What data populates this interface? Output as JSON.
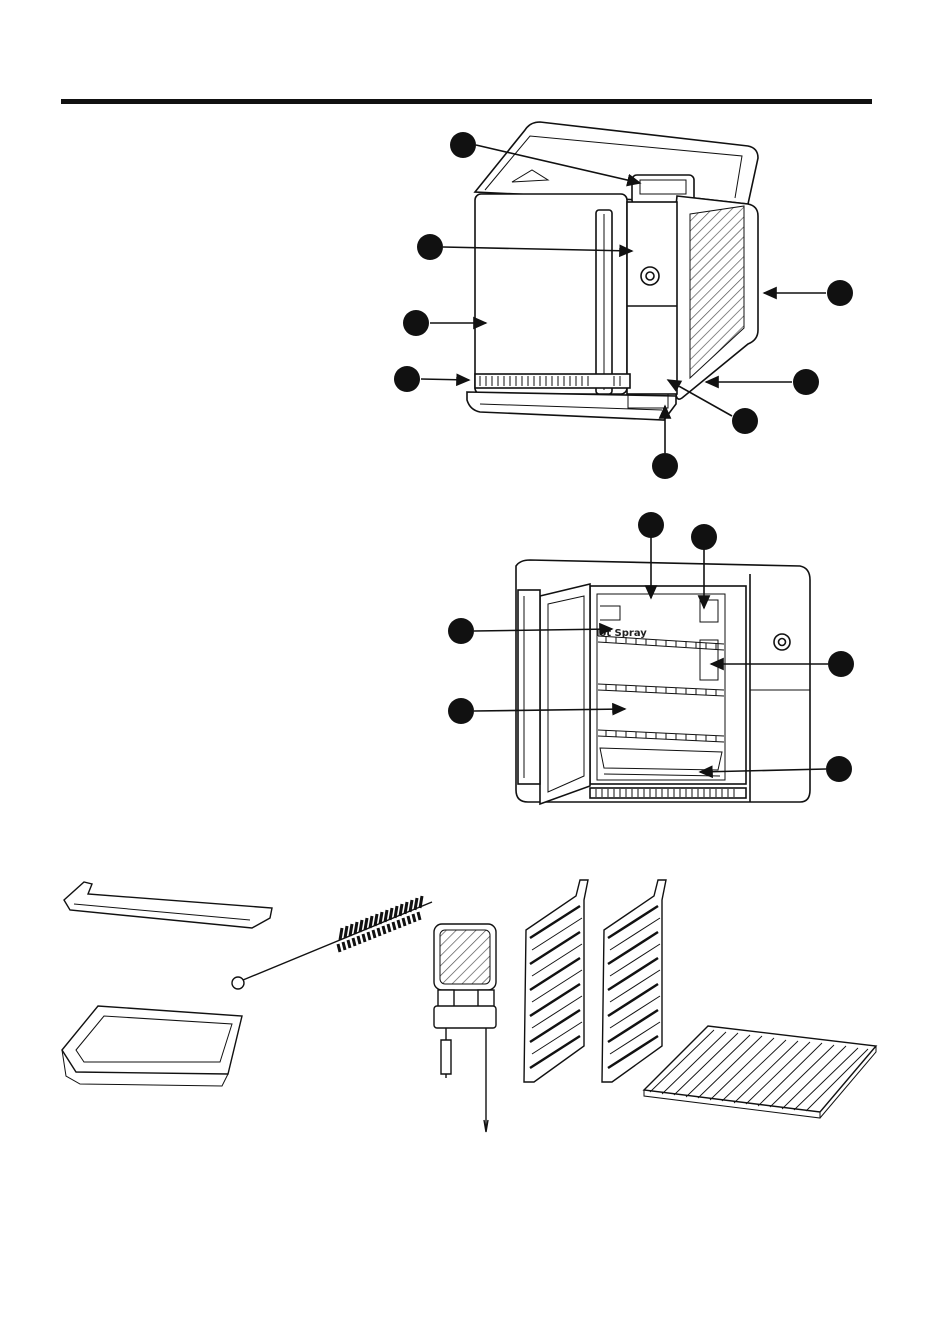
{
  "page": {
    "colors": {
      "ink": "#111111",
      "paper": "#ffffff",
      "callout": "#111111",
      "hatch": "#555555"
    }
  },
  "figure_top": {
    "caption": "",
    "callouts": [
      {
        "id": 1
      },
      {
        "id": 2
      },
      {
        "id": 3
      },
      {
        "id": 4
      },
      {
        "id": 5
      },
      {
        "id": 6
      },
      {
        "id": 7
      },
      {
        "id": 8
      }
    ]
  },
  "figure_inside": {
    "caption": "",
    "label_text": "lot Spray",
    "callouts": [
      {
        "id": 9
      },
      {
        "id": 10
      },
      {
        "id": 11
      },
      {
        "id": 12
      },
      {
        "id": 13
      },
      {
        "id": 14
      }
    ]
  },
  "accessories": {
    "items": [
      {
        "name": "crumb-tray-icon"
      },
      {
        "name": "baking-pan-icon"
      },
      {
        "name": "cleaning-brush-icon"
      },
      {
        "name": "food-probe-icon"
      },
      {
        "name": "rack-guide-left-icon"
      },
      {
        "name": "rack-guide-right-icon"
      },
      {
        "name": "wire-rack-icon"
      }
    ]
  }
}
